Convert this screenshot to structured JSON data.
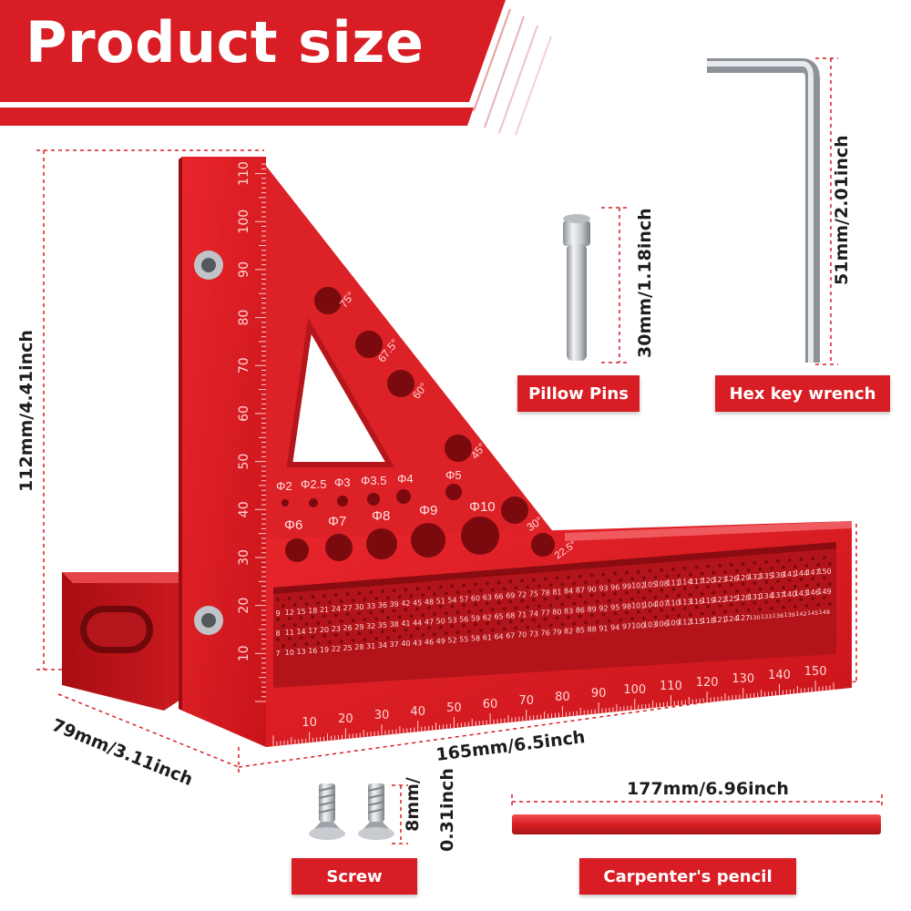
{
  "header": {
    "title": "Product size",
    "color": "#d81e24"
  },
  "square": {
    "color": "#d81e24",
    "vertical_ruler": [
      "110",
      "100",
      "90",
      "80",
      "70",
      "60",
      "50",
      "40",
      "30",
      "20",
      "10"
    ],
    "horizontal_ruler": [
      "10",
      "20",
      "30",
      "40",
      "50",
      "60",
      "70",
      "80",
      "90",
      "100",
      "110",
      "120",
      "130",
      "140",
      "150"
    ],
    "angles": [
      "75°",
      "67.5°",
      "60°",
      "45°",
      "30°",
      "22.5°"
    ],
    "small_holes": [
      "Φ2",
      "Φ2.5",
      "Φ3",
      "Φ3.5",
      "Φ4",
      "Φ5"
    ],
    "large_holes": [
      "Φ6",
      "Φ7",
      "Φ8",
      "Φ9",
      "Φ10"
    ],
    "row1_numbers": [
      "9",
      "12",
      "15",
      "18",
      "21",
      "24",
      "27",
      "30",
      "33",
      "36",
      "39",
      "42",
      "45",
      "48",
      "51",
      "54",
      "57",
      "60",
      "63",
      "66",
      "69",
      "72",
      "75",
      "78",
      "81",
      "84",
      "87",
      "90",
      "93",
      "96",
      "99",
      "102",
      "105",
      "108",
      "111",
      "114",
      "117",
      "120",
      "123",
      "126",
      "129",
      "132",
      "135",
      "138",
      "141",
      "144",
      "147",
      "150"
    ],
    "row2_numbers": [
      "8",
      "11",
      "14",
      "17",
      "20",
      "23",
      "26",
      "29",
      "32",
      "35",
      "38",
      "41",
      "44",
      "47",
      "50",
      "53",
      "56",
      "59",
      "62",
      "65",
      "68",
      "71",
      "74",
      "77",
      "80",
      "83",
      "86",
      "89",
      "92",
      "95",
      "98",
      "101",
      "104",
      "107",
      "110",
      "113",
      "116",
      "119",
      "122",
      "125",
      "128",
      "131",
      "134",
      "137",
      "140",
      "143",
      "146",
      "149"
    ],
    "row3_numbers": [
      "7",
      "10",
      "13",
      "16",
      "19",
      "22",
      "25",
      "28",
      "31",
      "34",
      "37",
      "40",
      "43",
      "46",
      "49",
      "52",
      "55",
      "58",
      "61",
      "64",
      "67",
      "70",
      "73",
      "76",
      "79",
      "82",
      "85",
      "88",
      "91",
      "94",
      "97",
      "100",
      "103",
      "106",
      "109",
      "112",
      "115",
      "118",
      "121",
      "124",
      "127",
      "130",
      "133",
      "136",
      "139",
      "142",
      "145",
      "148"
    ]
  },
  "dimensions": {
    "height": "112mm/4.41inch",
    "depth": "79mm/3.11inch",
    "width": "165mm/6.5inch",
    "pin_length": "30mm/1.18inch",
    "wrench_length": "51mm/2.01inch",
    "screw_length_mm": "8mm/",
    "screw_length_in": "0.31inch",
    "pencil_length": "177mm/6.96inch"
  },
  "labels": {
    "pillow_pins": "Pillow Pins",
    "hex_key": "Hex key wrench",
    "screw": "Screw",
    "pencil": "Carpenter's pencil"
  },
  "icons": [
    "hex-key-icon",
    "pin-icon",
    "screw-icon",
    "pencil-icon",
    "square-ruler-icon"
  ]
}
